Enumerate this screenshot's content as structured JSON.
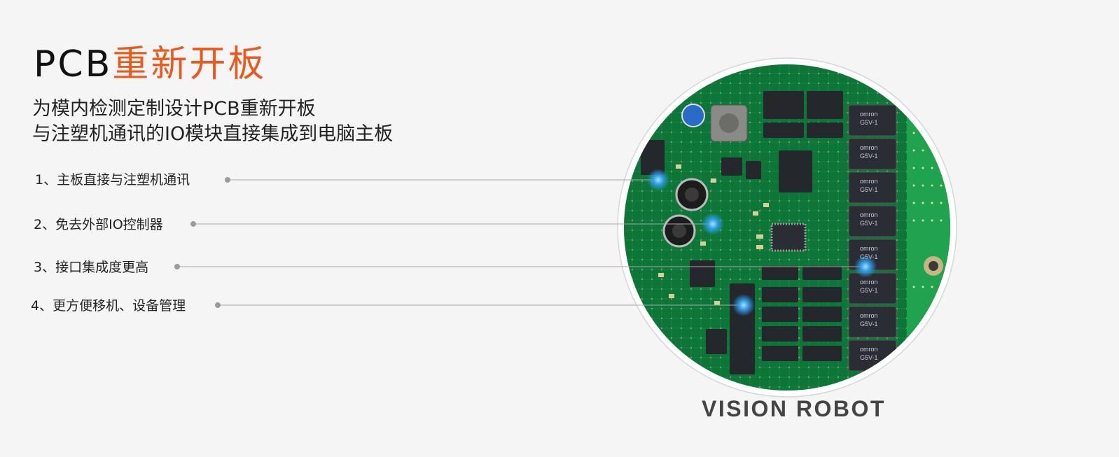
{
  "title": {
    "prefix": "PCB",
    "accent": "重新开板",
    "accent_color": "#e85a1d"
  },
  "subtitle": {
    "line1": "为模内检测定制设计PCB重新开板",
    "line2": "与注塑机通讯的IO模块直接集成到电脑主板"
  },
  "features": [
    {
      "label": "1、主板直接与注塑机通讯"
    },
    {
      "label": "2、免去外部IO控制器"
    },
    {
      "label": "3、接口集成度更高"
    },
    {
      "label": "4、更方便移机、设备管理"
    }
  ],
  "brand": "VISION ROBOT",
  "pcb": {
    "chip_marking": "G5V-1",
    "relay_marking": "omron"
  }
}
